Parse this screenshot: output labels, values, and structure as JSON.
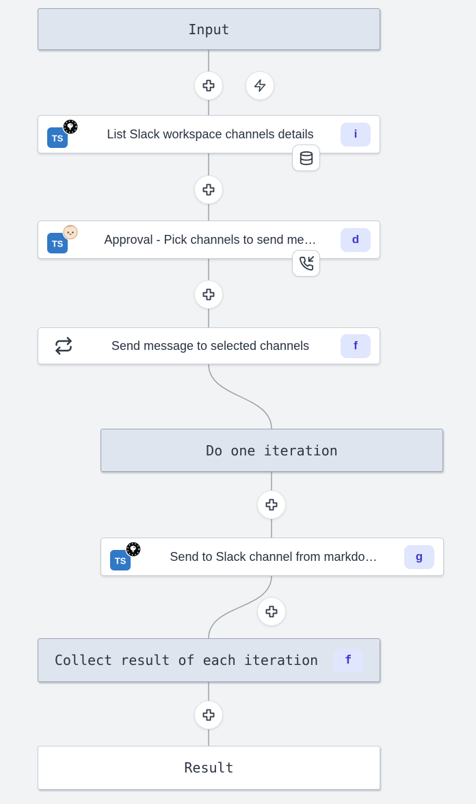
{
  "app": "workflow-editor-canvas",
  "colors": {
    "canvas_bg": "#f1f3f5",
    "virtual_step_bg": "#dee5ee",
    "virtual_step_border": "#9aa4b2",
    "node_bg": "#ffffff",
    "node_border": "#c7ced6",
    "edge": "#9aa1ab",
    "badge_bg": "#e0e6fd",
    "badge_text": "#4338ca",
    "icon_stroke": "#2f3a47",
    "typescript_blue": "#3178c6"
  },
  "icons": {
    "insert_step": "plus-icon",
    "trigger": "zap-icon",
    "language": "typescript-icon",
    "runtime_step1": "deno-icon",
    "runtime_step2": "bun-icon",
    "loop": "repeat-icon",
    "cached": "database-icon",
    "approval": "phone-incoming-icon"
  },
  "ts_logo": "TS",
  "flow": {
    "input": {
      "label": "Input"
    },
    "step1": {
      "label": "List Slack workspace channels details",
      "badge": "i",
      "runtime": "deno",
      "indicator": "cached"
    },
    "step2": {
      "label": "Approval - Pick channels to send me…",
      "badge": "d",
      "runtime": "bun",
      "indicator": "suspend-approval"
    },
    "step3": {
      "label": "Send message to selected channels",
      "badge": "f",
      "kind": "forloop"
    },
    "iteration": {
      "label": "Do one iteration"
    },
    "step4": {
      "label": "Send to Slack channel from markdo…",
      "badge": "g",
      "runtime": "deno"
    },
    "collect": {
      "label": "Collect result of each iteration",
      "badge": "f"
    },
    "result": {
      "label": "Result"
    }
  }
}
